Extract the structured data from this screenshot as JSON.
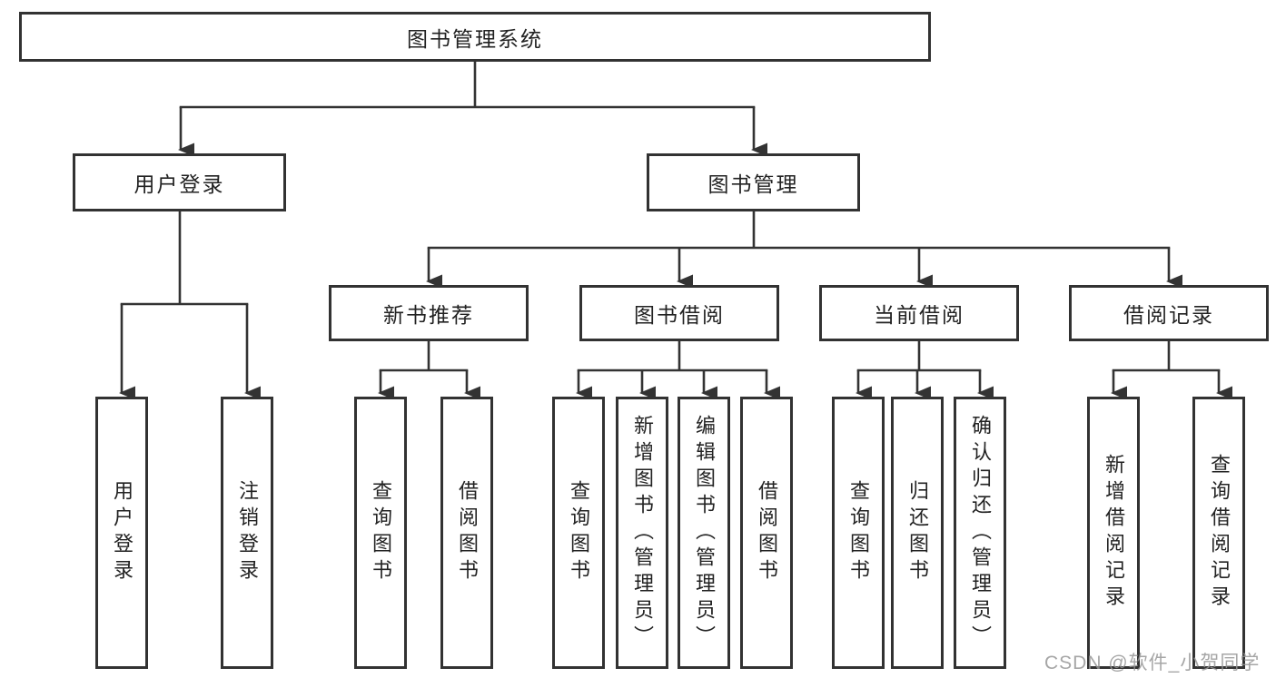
{
  "tree": {
    "root": {
      "label": "图书管理系统"
    },
    "children": [
      {
        "label": "用户登录",
        "children": [
          {
            "label": "用户登录"
          },
          {
            "label": "注销登录"
          }
        ]
      },
      {
        "label": "图书管理",
        "children": [
          {
            "label": "新书推荐",
            "children": [
              {
                "label": "查询图书"
              },
              {
                "label": "借阅图书"
              }
            ]
          },
          {
            "label": "图书借阅",
            "children": [
              {
                "label": "查询图书"
              },
              {
                "label": "新增图书（管理员）"
              },
              {
                "label": "编辑图书（管理员）"
              },
              {
                "label": "借阅图书"
              }
            ]
          },
          {
            "label": "当前借阅",
            "children": [
              {
                "label": "查询图书"
              },
              {
                "label": "归还图书"
              },
              {
                "label": "确认归还（管理员）"
              }
            ]
          },
          {
            "label": "借阅记录",
            "children": [
              {
                "label": "新增借阅记录"
              },
              {
                "label": "查询借阅记录"
              }
            ]
          }
        ]
      }
    ]
  },
  "watermark": {
    "text": "CSDN @软件_小贺同学"
  },
  "colors": {
    "line": "#333333",
    "box_border": "#323232",
    "box_fill": "#ffffff",
    "text": "#222222",
    "watermark": "#969696",
    "background": "#ffffff"
  }
}
